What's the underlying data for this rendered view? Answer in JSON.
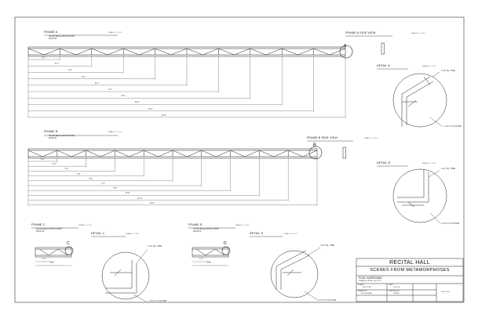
{
  "frames": {
    "frame_a": {
      "title": "FRAME A",
      "note_1": "TRUSS BELLE WHITE FINISH",
      "note_2": "MOLD #4",
      "scale": "SCALE: 1\" = 1'-0\"",
      "dims": [
        "1'-8\"",
        "2'-4\"",
        "3'-8\"",
        "5'-0\"",
        "6'-4\"",
        "7'-8\"",
        "9'-0\"",
        "10'-4\"",
        "11'-8\"",
        "13'-0\""
      ]
    },
    "frame_a_side": {
      "title": "FRAME A SIDE VIEW",
      "scale": "SCALE: 1\" = 1'-0\""
    },
    "frame_b": {
      "title": "FRAME B",
      "note_1": "TRUSS BELLE WHITE FINISH",
      "note_2": "MOLD #4",
      "scale": "SCALE: 1\" = 1'-0\"",
      "dims": [
        "1'-4\"",
        "2'-0\"",
        "3'-4\"",
        "4'-8\"",
        "6'-0\"",
        "7'-4\"",
        "8'-8\"",
        "10'-0\"",
        "11'-4\"",
        "12'-8\""
      ]
    },
    "frame_b_side": {
      "title": "FRAME B SIDE VIEW",
      "scale": "SCALE: 1\" = 1'-0\""
    },
    "frame_c": {
      "title": "FRAME C",
      "note_1": "TRUSS BELLE WHITE FINISH",
      "note_2": "MOLD #4",
      "scale": "SCALE: 1\" = 1'-0\"",
      "dims": [
        "1'-4\"",
        "2'-8\""
      ]
    },
    "frame_d": {
      "title": "FRAME D",
      "note_1": "TRUSS BELLE WHITE FINISH",
      "note_2": "MOLD #4",
      "scale": "SCALE: 1\" = 1'-0\"",
      "dims": [
        "1'-4\"",
        "2'-8\""
      ]
    }
  },
  "callouts": {
    "a": "A",
    "b": "B",
    "c": "C",
    "d": "D"
  },
  "details": {
    "a": {
      "title": "DETAIL A",
      "scale": "SCALE: 3\" = 1'-0\"",
      "note_top": "1 1/2\" SQ. TUBE",
      "note_bot": "2 1/2 X 2\" FLAT BAR"
    },
    "b": {
      "title": "DETAIL B",
      "scale": "SCALE: 3\" = 1'-0\"",
      "note_top": "1 1/2\" SQ. TUBE",
      "note_bot": "2 1/2 X 2\" FLAT BAR"
    },
    "c": {
      "title": "DETAIL C",
      "scale": "SCALE: 3\" = 1'-0\"",
      "note_top": "1 1/2\" SQ. TUBE",
      "note_bot": "2 1/2 X 2\" FLAT BAR"
    },
    "d": {
      "title": "DETAIL D",
      "scale": "SCALE: 3\" = 1'-0\"",
      "note_top": "1 1/2\" SQ. TUBE",
      "note_bot": "2 1/2 X 2\" FLAT BAR"
    }
  },
  "title_block": {
    "venue": "RECITAL HALL",
    "show": "SCENES FROM METAMORPHOSES",
    "sheet_label": "POOL SURROUND",
    "sub_label": "FRAMING DETAIL SECTION",
    "scale_label": "SCALE",
    "scale_value": "AS NOTED",
    "date_label": "DATE",
    "date_value": "00-00-00",
    "drawn_label": "DRAWN BY",
    "drawn_value": "A. DESIGNER",
    "checked_label": "CHECKED BY",
    "checked_value": "SCENIC",
    "sheet_no": "1001.01.00"
  }
}
